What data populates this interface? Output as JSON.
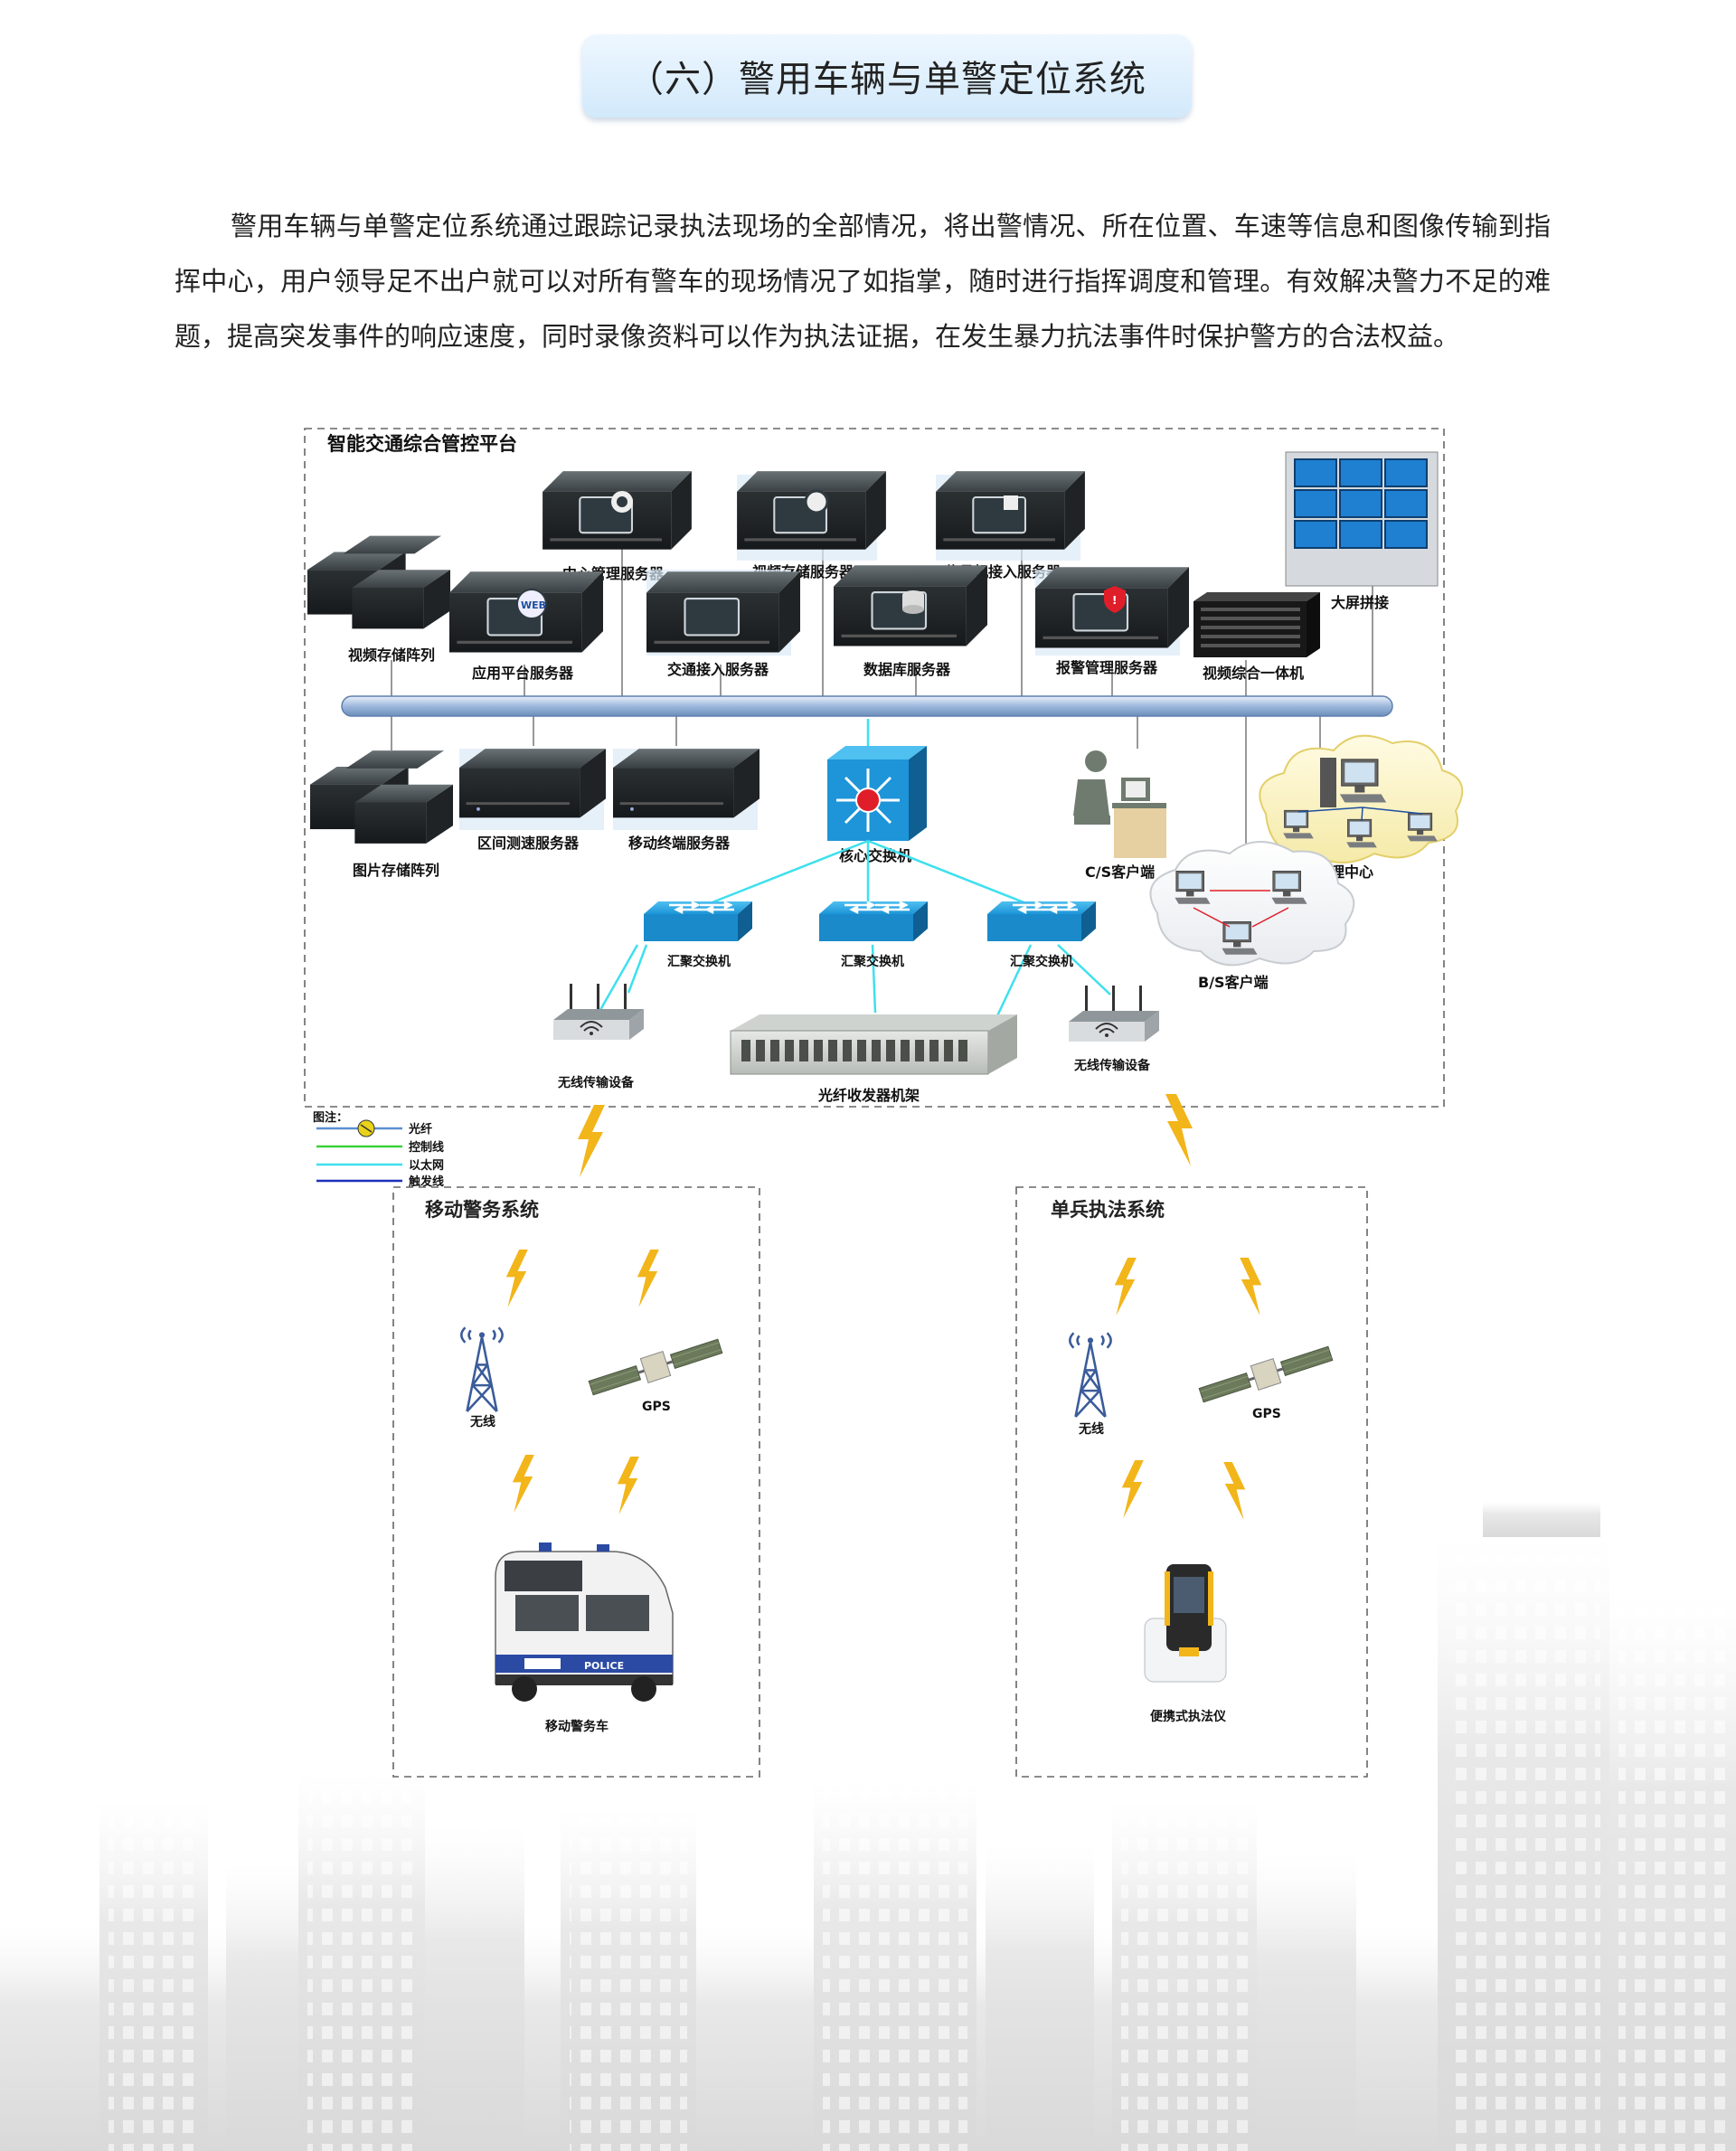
{
  "page": {
    "title": "（六）警用车辆与单警定位系统",
    "intro": "警用车辆与单警定位系统通过跟踪记录执法现场的全部情况，将出警情况、所在位置、车速等信息和图像传输到指挥中心，用户领导足不出户就可以对所有警车的现场情况了如指掌，随时进行指挥调度和管理。有效解决警力不足的难题，提高突发事件的响应速度，同时录像资料可以作为执法证据，在发生暴力抗法事件时保护警方的合法权益。"
  },
  "platform": {
    "title": "智能交通综合管控平台",
    "servers": {
      "center_mgmt": "中心管理服务器",
      "video_store_server": "视频存储服务器",
      "signal_access": "信号机接入服务器",
      "video_array": "视频存储阵列",
      "app_platform": "应用平台服务器",
      "traffic_access": "交通接入服务器",
      "database": "数据库服务器",
      "alarm_mgmt": "报警管理服务器",
      "video_allinone": "视频综合一体机",
      "big_screen": "大屏拼接",
      "image_array": "图片存储阵列",
      "speed_server": "区间测速服务器",
      "mobile_terminal": "移动终端服务器",
      "core_switch": "核心交换机",
      "cs_client": "C/S客户端",
      "mgmt_center": "管理中心",
      "bs_client": "B/S客户端",
      "agg_switch_1": "汇聚交换机",
      "agg_switch_2": "汇聚交换机",
      "agg_switch_3": "汇聚交换机",
      "wireless_left": "无线传输设备",
      "wireless_right": "无线传输设备",
      "fiber_rack": "光纤收发器机架",
      "web_badge": "WEB"
    }
  },
  "legend": {
    "title": "图注：",
    "items": [
      {
        "label": "光纤",
        "color": "#5b8fd0"
      },
      {
        "label": "控制线",
        "color": "#3ad13a"
      },
      {
        "label": "以太网",
        "color": "#3ee0ee"
      },
      {
        "label": "触发线",
        "color": "#1a2fb8"
      }
    ]
  },
  "mobile_system": {
    "title": "移动警务系统",
    "wireless": "无线",
    "gps": "GPS",
    "vehicle": "移动警务车"
  },
  "single_system": {
    "title": "单兵执法系统",
    "wireless": "无线",
    "gps": "GPS",
    "device": "便携式执法仪"
  },
  "colors": {
    "accent": "#3ee0ee",
    "bus": "#9db8dc",
    "switch_blue": "#1d95d8",
    "core_red": "#e01e2a",
    "lightning": "#f2b51a",
    "server_dark": "#2e3336"
  }
}
